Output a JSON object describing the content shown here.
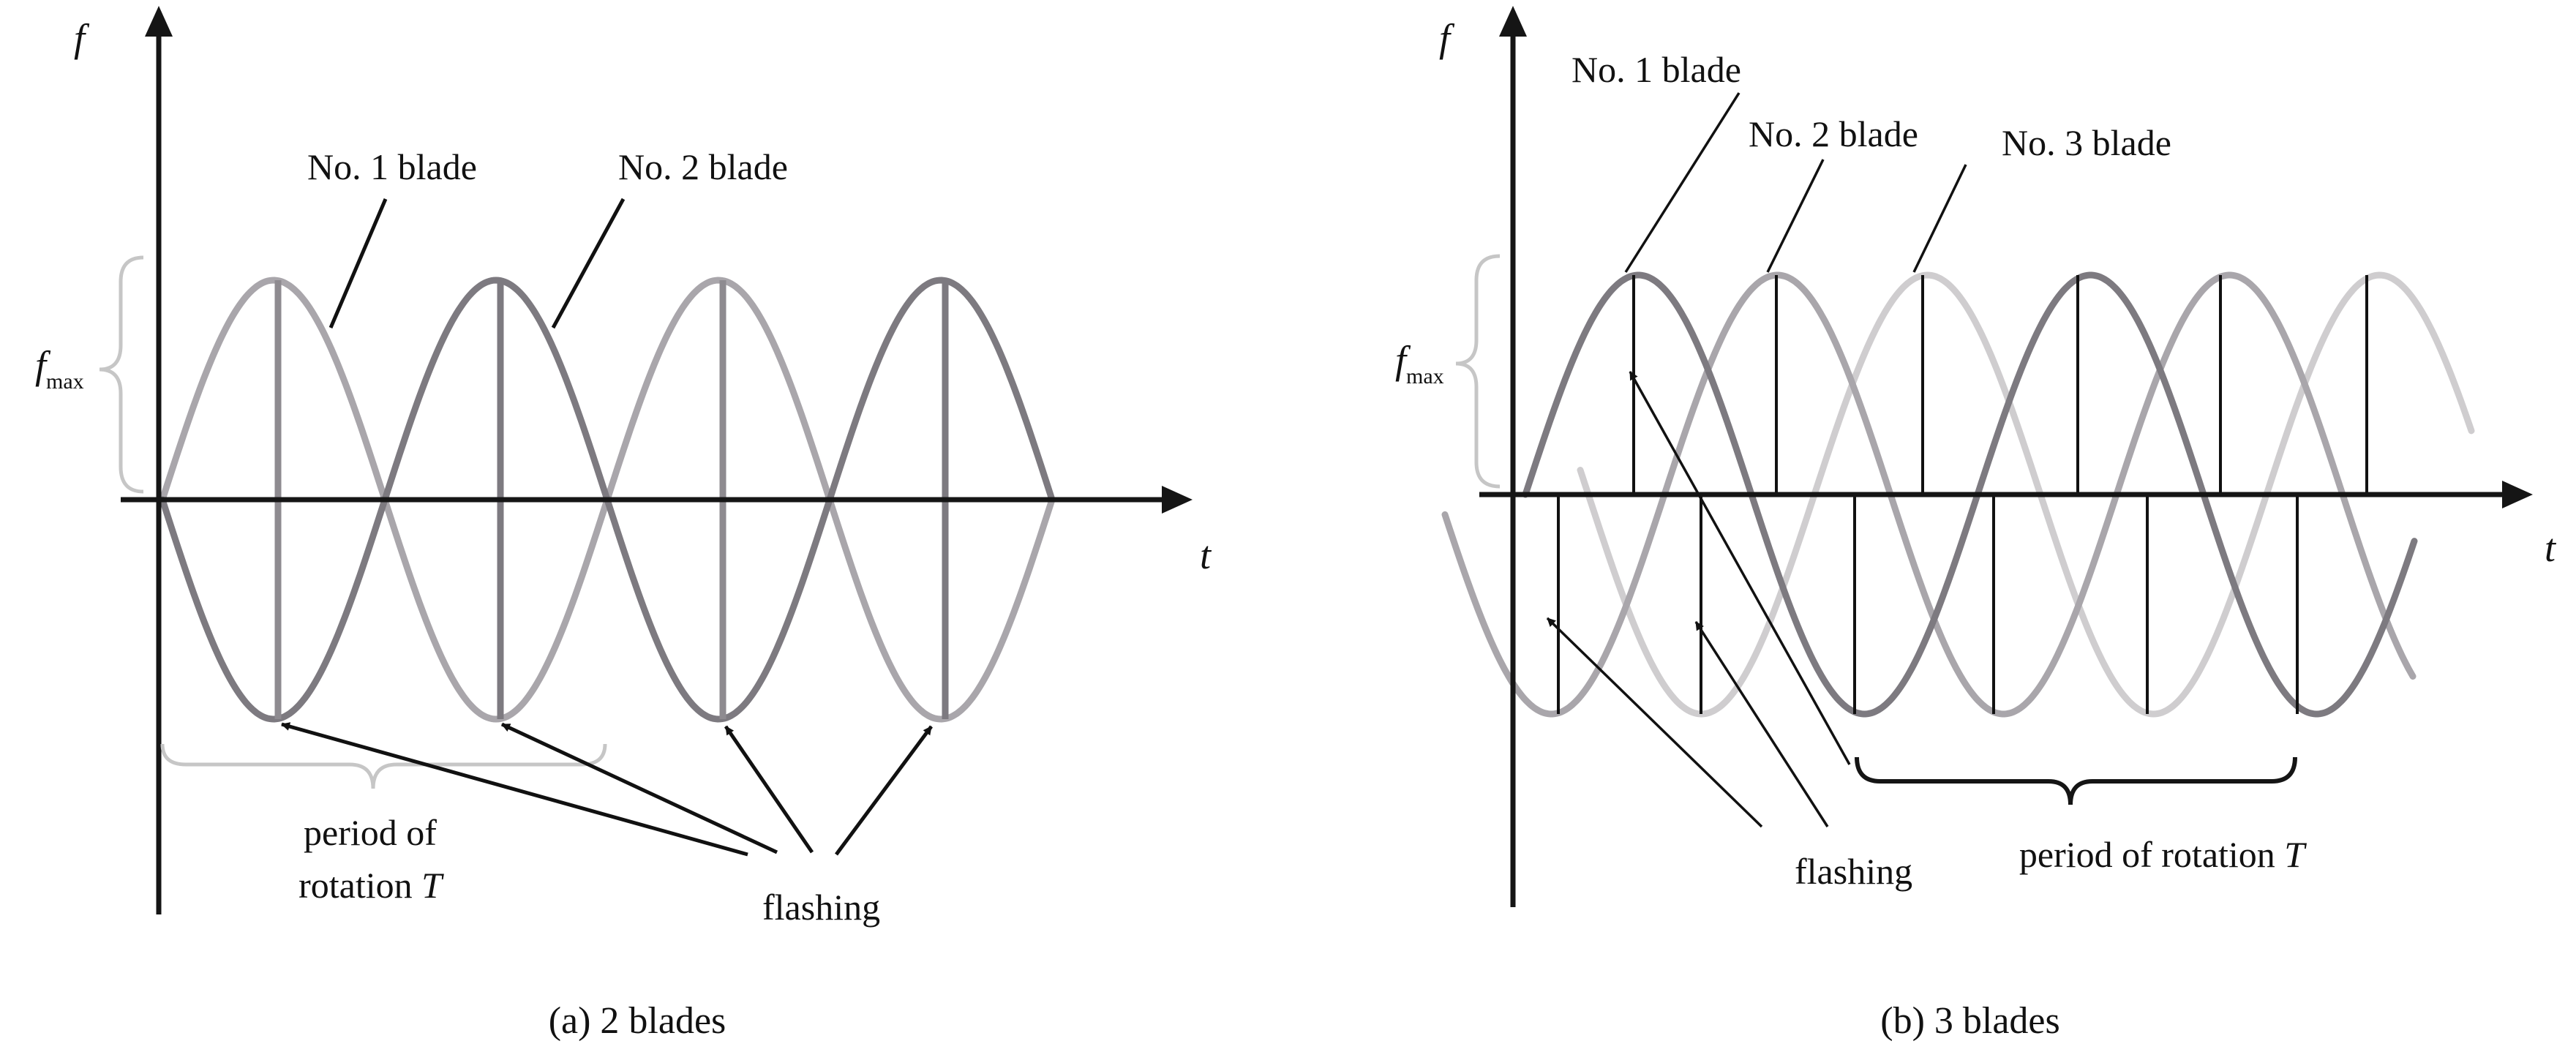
{
  "panel_a": {
    "y_axis": "f",
    "x_axis": "t",
    "amplitude_label": "f",
    "amplitude_sub": "max",
    "blade1_label": "No. 1 blade",
    "blade2_label": "No. 2 blade",
    "period_line1": "period of",
    "period_line2_prefix": "rotation ",
    "period_symbol": "T",
    "flashing_label": "flashing",
    "caption": "(a) 2 blades"
  },
  "panel_b": {
    "y_axis": "f",
    "x_axis": "t",
    "amplitude_label": "f",
    "amplitude_sub": "max",
    "blade1_label": "No. 1 blade",
    "blade2_label": "No. 2 blade",
    "blade3_label": "No. 3 blade",
    "period_prefix": "period of rotation ",
    "period_symbol": "T",
    "flashing_label": "flashing",
    "caption": "(b) 3 blades"
  },
  "colors": {
    "blade1": "#7d7a80",
    "blade2": "#a9a6ab",
    "blade3": "#cfcdcf",
    "axis": "#151515",
    "brace": "#c6c6c6"
  }
}
